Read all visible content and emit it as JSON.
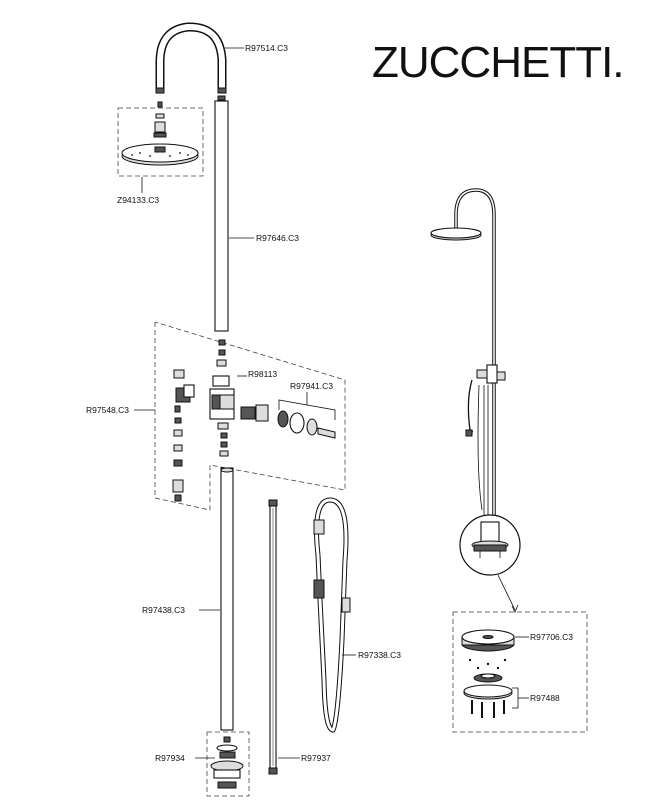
{
  "brand": {
    "name": "ZUCCHETTI."
  },
  "labels": {
    "gooseneck": "R97514.C3",
    "showerhead": "Z94133.C3",
    "upper_pipe": "R97646.C3",
    "valve_body": "R98113",
    "cartridge_kit": "R97941.C3",
    "mixer_kit": "R97548.C3",
    "lower_pipe": "R97438.C3",
    "hose": "R97338.C3",
    "base_fitting": "R97934",
    "rod": "R97937",
    "base_cover": "R97706.C3",
    "base_plate": "R97488"
  }
}
